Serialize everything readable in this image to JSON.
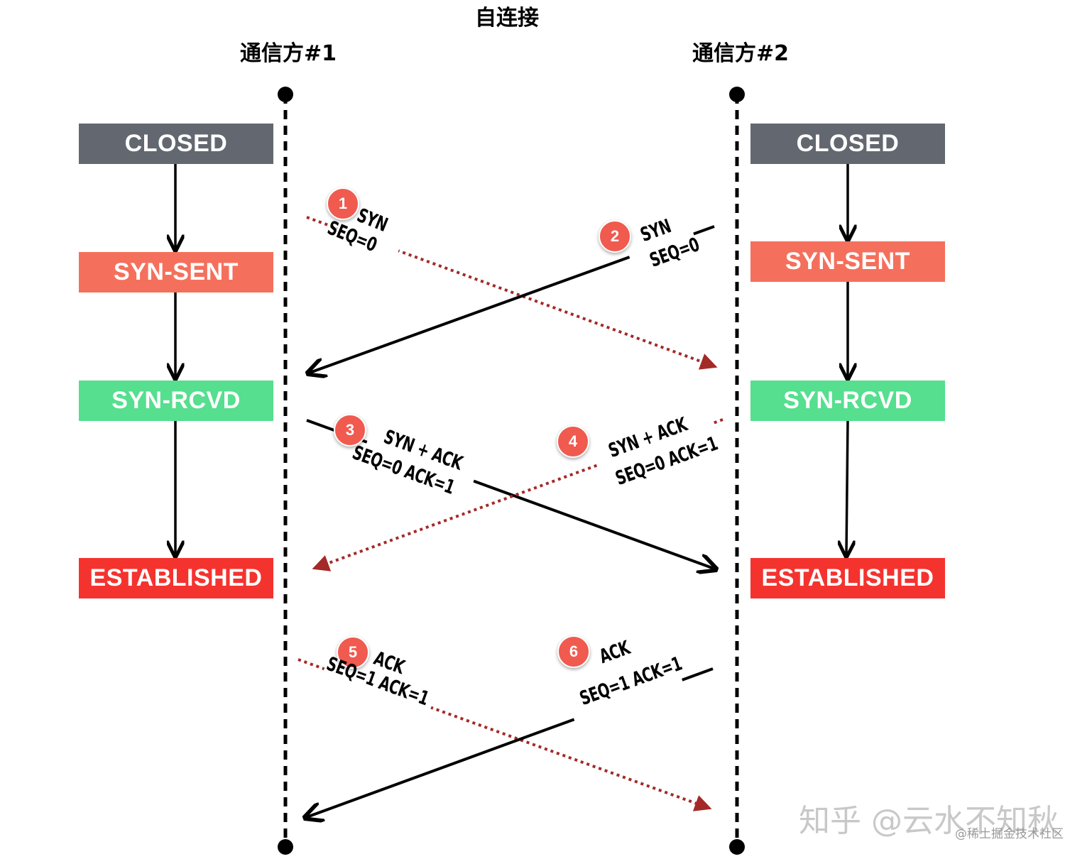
{
  "title": "自连接",
  "party_left": {
    "name": "通信方#1"
  },
  "party_right": {
    "name": "通信方#2"
  },
  "states_left": [
    "CLOSED",
    "SYN-SENT",
    "SYN-RCVD",
    "ESTABLISHED"
  ],
  "states_right": [
    "CLOSED",
    "SYN-SENT",
    "SYN-RCVD",
    "ESTABLISHED"
  ],
  "state_colors": {
    "CLOSED": "#636870",
    "SYN-SENT": "#f4705c",
    "SYN-RCVD": "#55df8e",
    "ESTABLISHED": "#f4332f"
  },
  "messages": [
    {
      "step": "1",
      "label1": "SYN",
      "label2": "SEQ=0",
      "direction": "left-to-right",
      "style": "dotted",
      "color": "#a32a27"
    },
    {
      "step": "2",
      "label1": "SYN",
      "label2": "SEQ=0",
      "direction": "right-to-left",
      "style": "solid",
      "color": "#000000"
    },
    {
      "step": "3",
      "label1": "SYN + ACK",
      "label2": "SEQ=0 ACK=1",
      "direction": "left-to-right",
      "style": "solid",
      "color": "#000000"
    },
    {
      "step": "4",
      "label1": "SYN + ACK",
      "label2": "SEQ=0 ACK=1",
      "direction": "right-to-left",
      "style": "dotted",
      "color": "#a32a27"
    },
    {
      "step": "5",
      "label1": "ACK",
      "label2": "SEQ=1 ACK=1",
      "direction": "left-to-right",
      "style": "dotted",
      "color": "#a32a27"
    },
    {
      "step": "6",
      "label1": "ACK",
      "label2": "SEQ=1 ACK=1",
      "direction": "right-to-left",
      "style": "solid",
      "color": "#000000"
    }
  ],
  "watermark": {
    "main": "知乎 @云水不知秋",
    "sub": "@稀土掘金技术社区"
  }
}
